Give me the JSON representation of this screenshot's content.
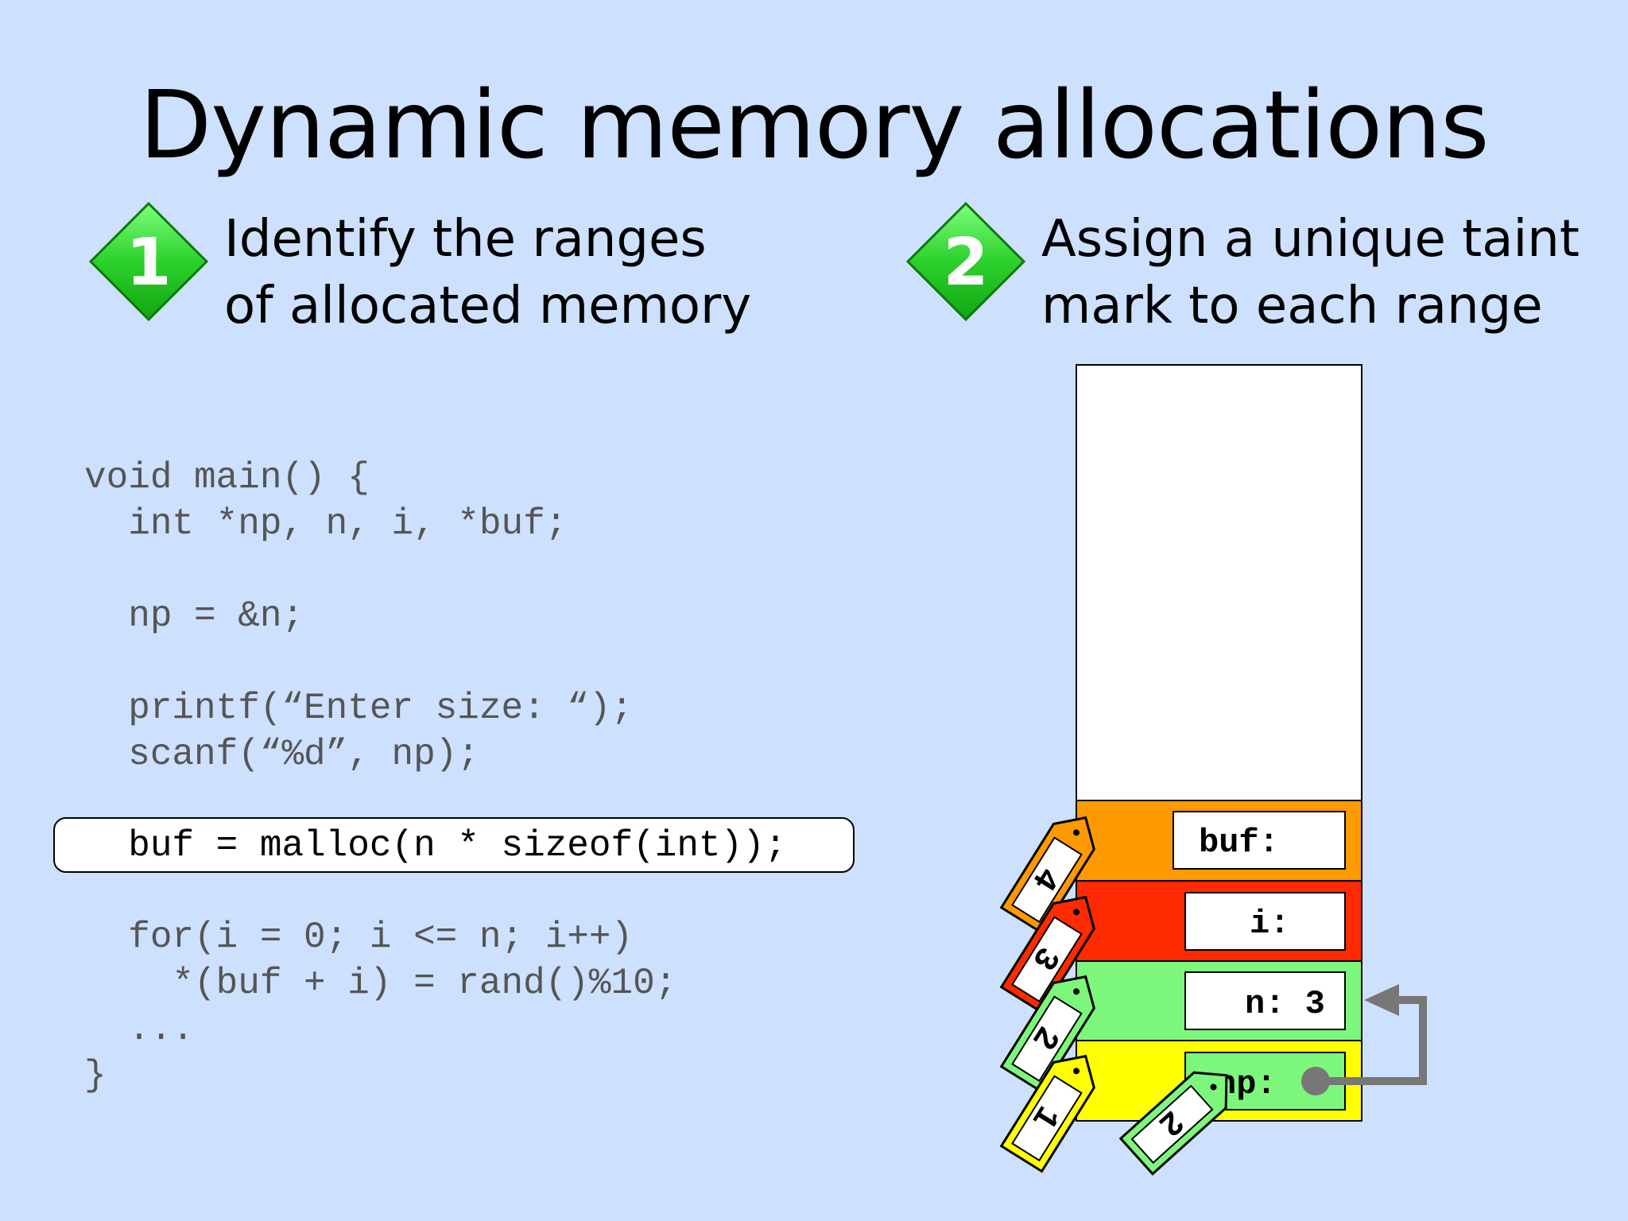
{
  "title": "Dynamic memory allocations",
  "steps": [
    {
      "number": "1",
      "line1": "Identify the ranges",
      "line2": "of allocated memory"
    },
    {
      "number": "2",
      "line1": "Assign a unique taint",
      "line2": "mark to each range"
    }
  ],
  "code": {
    "lines": [
      "void main() {",
      "  int *np, n, i, *buf;",
      "  np = &n;",
      "  printf(“Enter size: “);",
      "  scanf(“%d”, np);",
      "  buf = malloc(n * sizeof(int));",
      "  for(i = 0; i <= n; i++)",
      "    *(buf + i) = rand()%10;",
      "  ...",
      "}"
    ]
  },
  "memory": {
    "cells": [
      {
        "label": "buf:",
        "color": "#ff9900",
        "tag": "4"
      },
      {
        "label": "i:",
        "color": "#ff2a00",
        "tag": "3"
      },
      {
        "label": "n: 3",
        "color": "#7cf77c",
        "tag": "2"
      },
      {
        "label": "np:",
        "color": "#ffff00",
        "tag": "1"
      }
    ],
    "pointer_tag": "2"
  },
  "colors": {
    "background": "#cde0fd",
    "diamond_green": "#22cc22"
  }
}
